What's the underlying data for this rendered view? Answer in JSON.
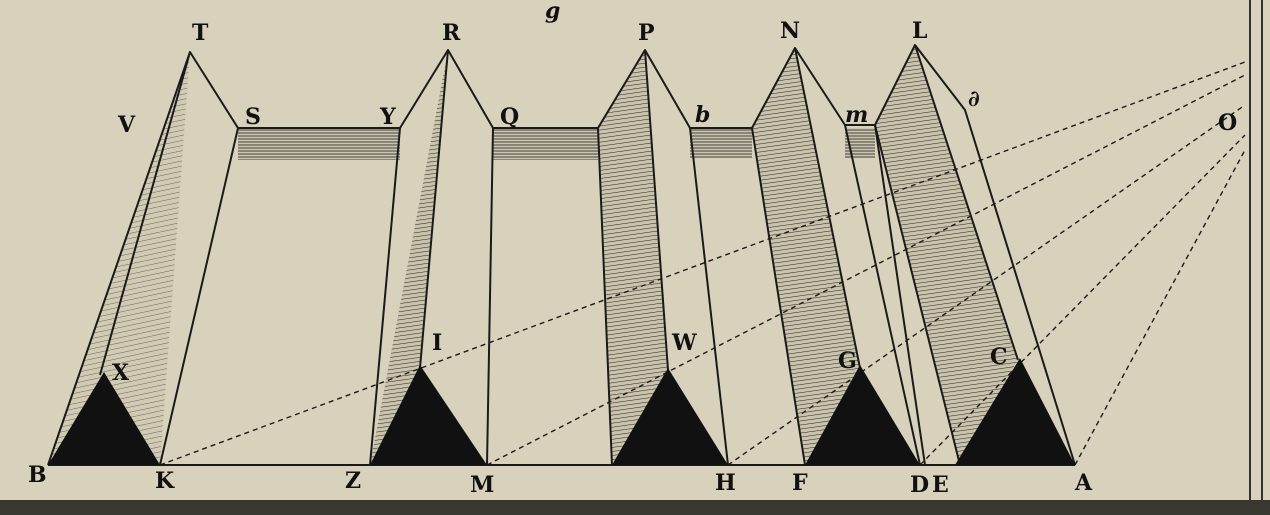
{
  "figure": {
    "caption_fragment": "g",
    "labels": {
      "B": "B",
      "K": "K",
      "Z": "Z",
      "M": "M",
      "H": "H",
      "F": "F",
      "D": "D",
      "E": "E",
      "A": "A",
      "X": "X",
      "I": "I",
      "W": "W",
      "G": "G",
      "C": "C",
      "T": "T",
      "R": "R",
      "P": "P",
      "N": "N",
      "L": "L",
      "V": "V",
      "S": "S",
      "Y": "Y",
      "Q": "Q",
      "b": "b",
      "m": "m",
      "d": "∂",
      "O": "O"
    }
  }
}
